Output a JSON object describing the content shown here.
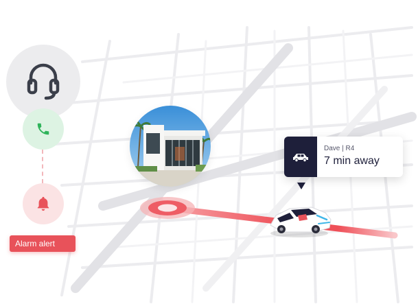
{
  "contacts": {
    "support_icon": "headset-icon",
    "phone_icon": "phone-icon",
    "alarm_icon": "bell-icon",
    "alarm_label": "Alarm alert"
  },
  "eta_card": {
    "driver": "Dave | R4",
    "eta": "7 min away",
    "icon": "car-icon"
  },
  "colors": {
    "alarm_red": "#e8525a",
    "call_green": "#2fb35a",
    "navy": "#1e1f3a",
    "route": "#f0646b"
  }
}
